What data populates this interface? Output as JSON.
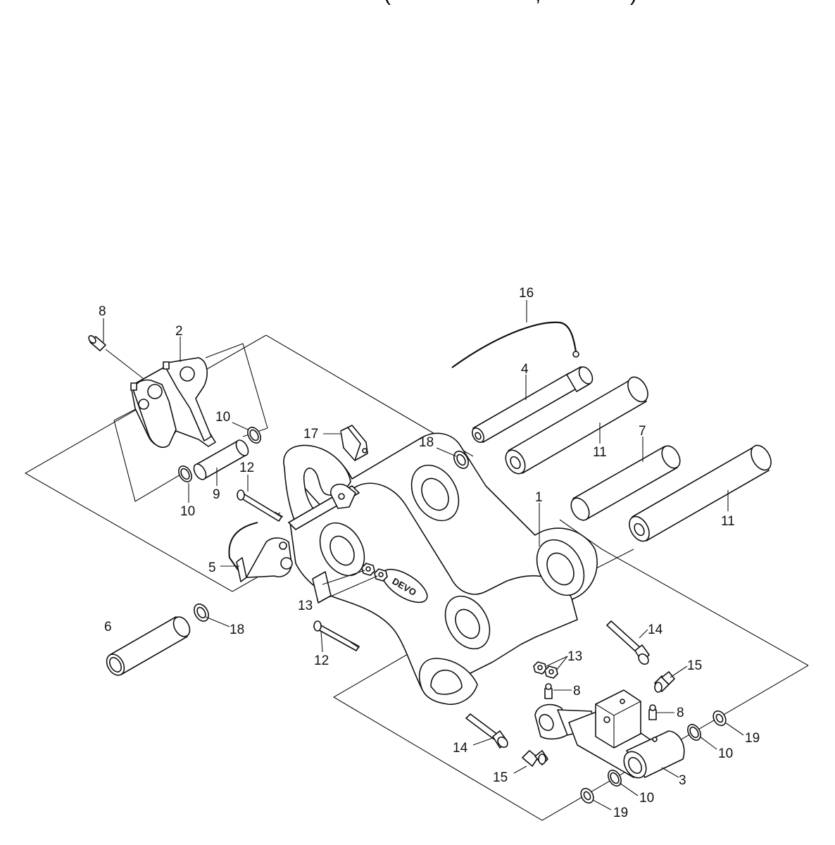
{
  "header": {
    "fragment_left": "(",
    "fragment_right": ",",
    "fragment_end": ")"
  },
  "callouts": {
    "c1": "1",
    "c2": "2",
    "c3": "3",
    "c4": "4",
    "c5": "5",
    "c6": "6",
    "c7": "7",
    "c8a": "8",
    "c8b": "8",
    "c8c": "8",
    "c9": "9",
    "c10a": "10",
    "c10b": "10",
    "c10c": "10",
    "c10d": "10",
    "c11a": "11",
    "c11b": "11",
    "c12a": "12",
    "c12b": "12",
    "c13a": "13",
    "c13b": "13",
    "c14a": "14",
    "c14b": "14",
    "c15a": "15",
    "c15b": "15",
    "c16": "16",
    "c17": "17",
    "c18a": "18",
    "c18b": "18",
    "c19a": "19",
    "c19b": "19"
  },
  "logo_text": "DEVO"
}
